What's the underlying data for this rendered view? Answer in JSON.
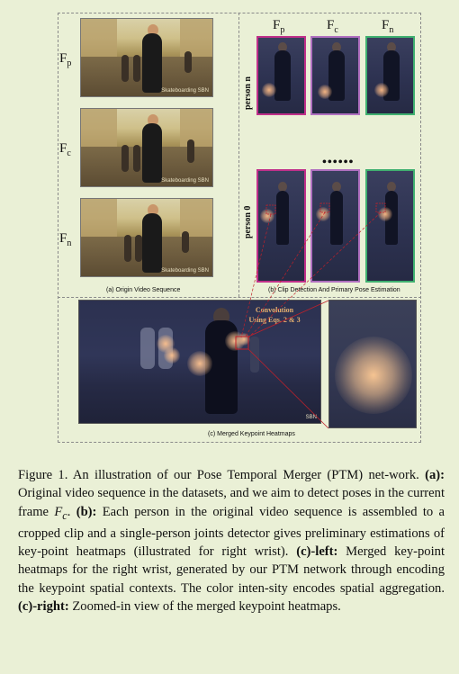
{
  "figure": {
    "row_labels": [
      "F",
      "F",
      "F"
    ],
    "row_label_subs": [
      "p",
      "c",
      "n"
    ],
    "col_labels": [
      "F",
      "F",
      "F"
    ],
    "col_label_subs": [
      "p",
      "c",
      "n"
    ],
    "person_labels": [
      "person n",
      "person 0"
    ],
    "watermark": "Skateboarding SBN",
    "merged_watermark": "SBN",
    "dots": "••••••",
    "caption_a": "(a) Origin Video Sequence",
    "caption_b": "(b) Clip Detection And Primary Pose Estimation",
    "caption_c": "(c) Merged Keypoint Heatmaps",
    "conv_line1": "Convolution",
    "conv_line2": "Using Eqs. 2 & 3",
    "accent_colors": {
      "frame_p": "#c0308a",
      "frame_c": "#b070c0",
      "frame_n": "#40b070",
      "heat": "#f3b483",
      "callout": "#c0202a"
    }
  },
  "caption": {
    "prefix": "Figure 1. An illustration of our Pose Temporal Merger (PTM) net-work.",
    "a_label": "(a):",
    "a_text": "Original video sequence in the datasets, and we aim to detect poses in the current frame",
    "a_var": "F",
    "a_var_sub": "c",
    "a_end": ".",
    "b_label": "(b):",
    "b_text": "Each person in the original video sequence is assembled to a cropped clip and a single-person joints detector gives preliminary estimations of key-point heatmaps (illustrated for right wrist).",
    "c_left_label": "(c)-left:",
    "c_left_text": "Merged key-point heatmaps for the right wrist, generated by our PTM network through encoding the keypoint spatial contexts. The color inten-sity encodes spatial aggregation.",
    "c_right_label": "(c)-right:",
    "c_right_text": "Zoomed-in view of the merged keypoint heatmaps."
  }
}
